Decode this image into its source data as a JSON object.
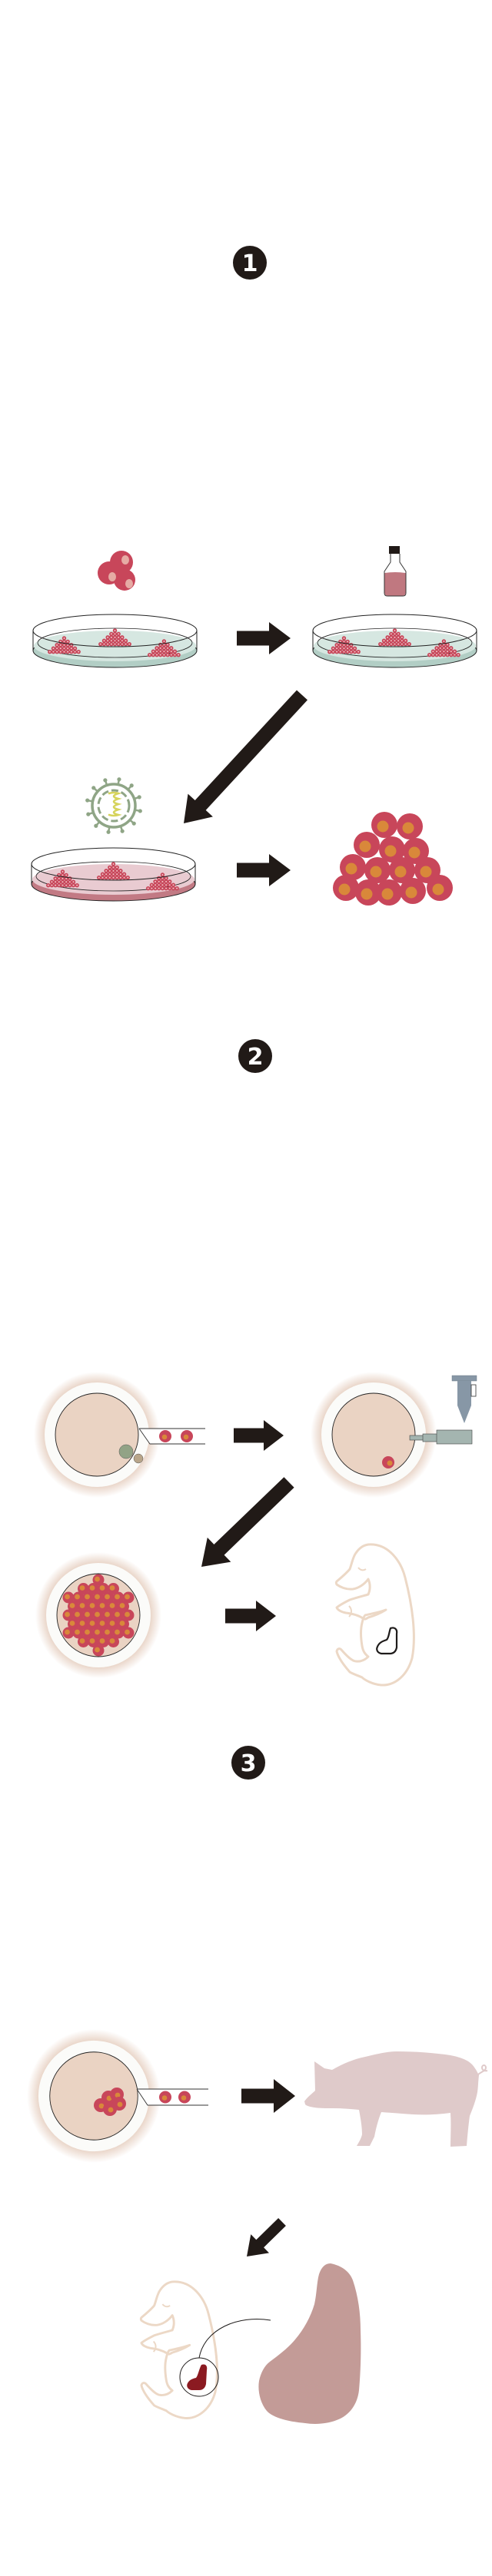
{
  "steps": [
    {
      "label": "1"
    },
    {
      "label": "2"
    },
    {
      "label": "3"
    }
  ],
  "colors": {
    "arrow": "#211a17",
    "cell_red": "#c8465a",
    "nucleus_orange": "#d9883a",
    "nucleus_pale": "#e6aba4",
    "dish_liquid_light": "#d6e7e1",
    "dish_liquid_dark": "#b2cec5",
    "dish_pink_light": "#e9cbd1",
    "dish_pink_dark": "#c27a84",
    "cytoplasm": "#ead3c3",
    "zona_glow": "#e4cbbb",
    "virus_green": "#8fa586",
    "virus_rna": "#d6d45c",
    "needle": "#8797a6",
    "holder": "#a4b5b0",
    "pig": "#dfcaca",
    "organ": "#c39b97",
    "fetus_outline": "#ecd8c6",
    "kidney": "#8b1a21"
  }
}
